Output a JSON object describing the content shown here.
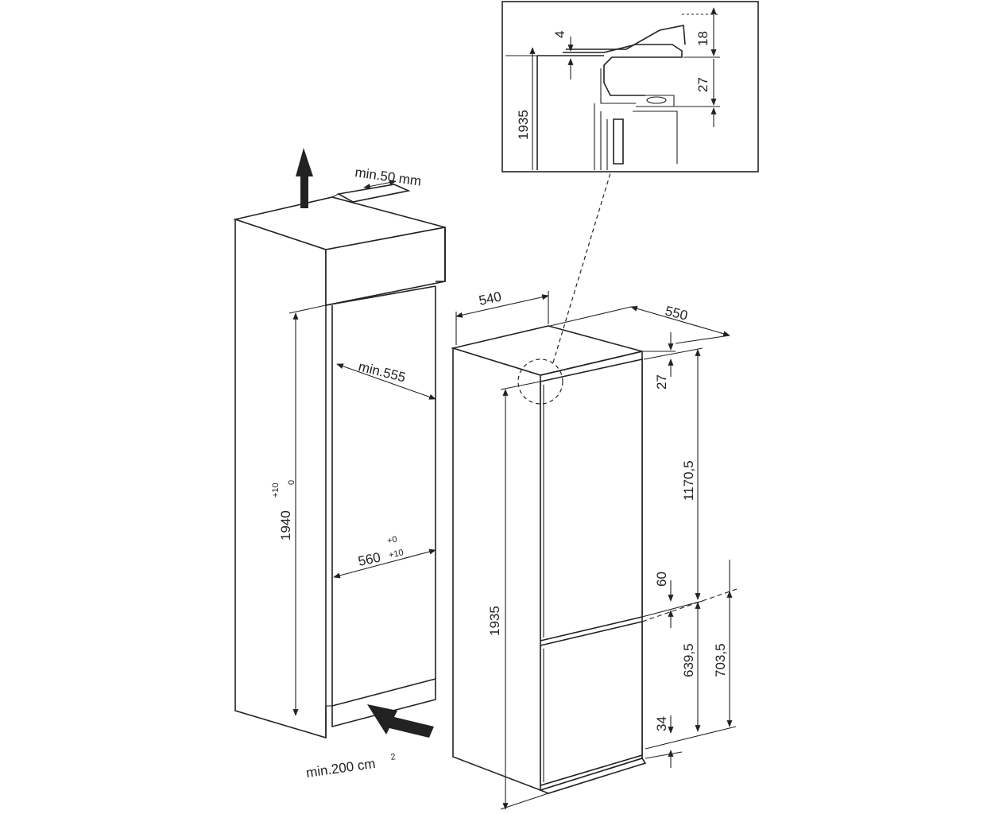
{
  "niche": {
    "top_clearance": "min.50 mm",
    "width": "min.555",
    "height": "1940",
    "height_tol_upper": "+10",
    "height_tol_lower": "0",
    "depth": "560",
    "depth_tol_upper": "+0",
    "depth_tol_lower": "+10",
    "vent_area": "min.200 cm",
    "vent_area_sup": "2"
  },
  "appliance": {
    "width": "540",
    "depth": "550",
    "height": "1935",
    "top_gap": "27",
    "upper_door": "1170,5",
    "door_gap": "60",
    "lower_door": "639,5",
    "lower_total": "703,5",
    "bottom_gap": "34"
  },
  "detail": {
    "height": "1935",
    "d1": "4",
    "d2": "18",
    "d3": "27"
  }
}
